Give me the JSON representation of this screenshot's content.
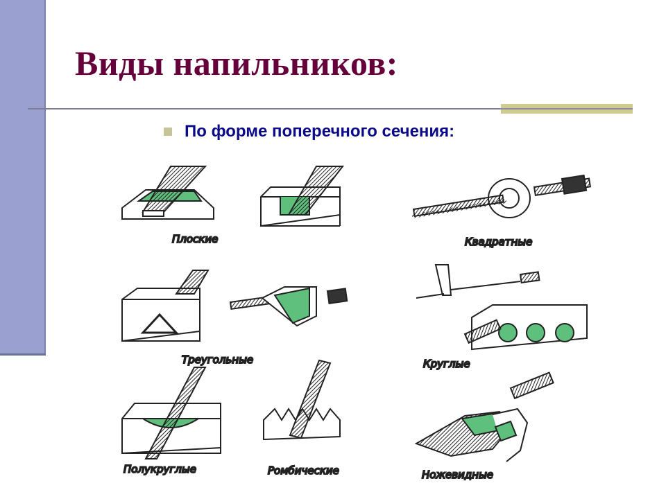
{
  "slide": {
    "title": "Виды напильников:",
    "bullet": "По форме поперечного сечения:"
  },
  "figure": {
    "captions": {
      "flat": "Плоские",
      "square": "Квадратные",
      "triangular": "Треугольные",
      "round": "Круглые",
      "half_round": "Полукруглые",
      "rhombic": "Ромбические",
      "knife": "Ножевидные"
    }
  },
  "colors": {
    "title": "#66003a",
    "subtitle": "#0b0b8a",
    "side_bar": "#9aa0cf",
    "accent": "#cfcb91",
    "file_cut": "#5fbf7c"
  }
}
